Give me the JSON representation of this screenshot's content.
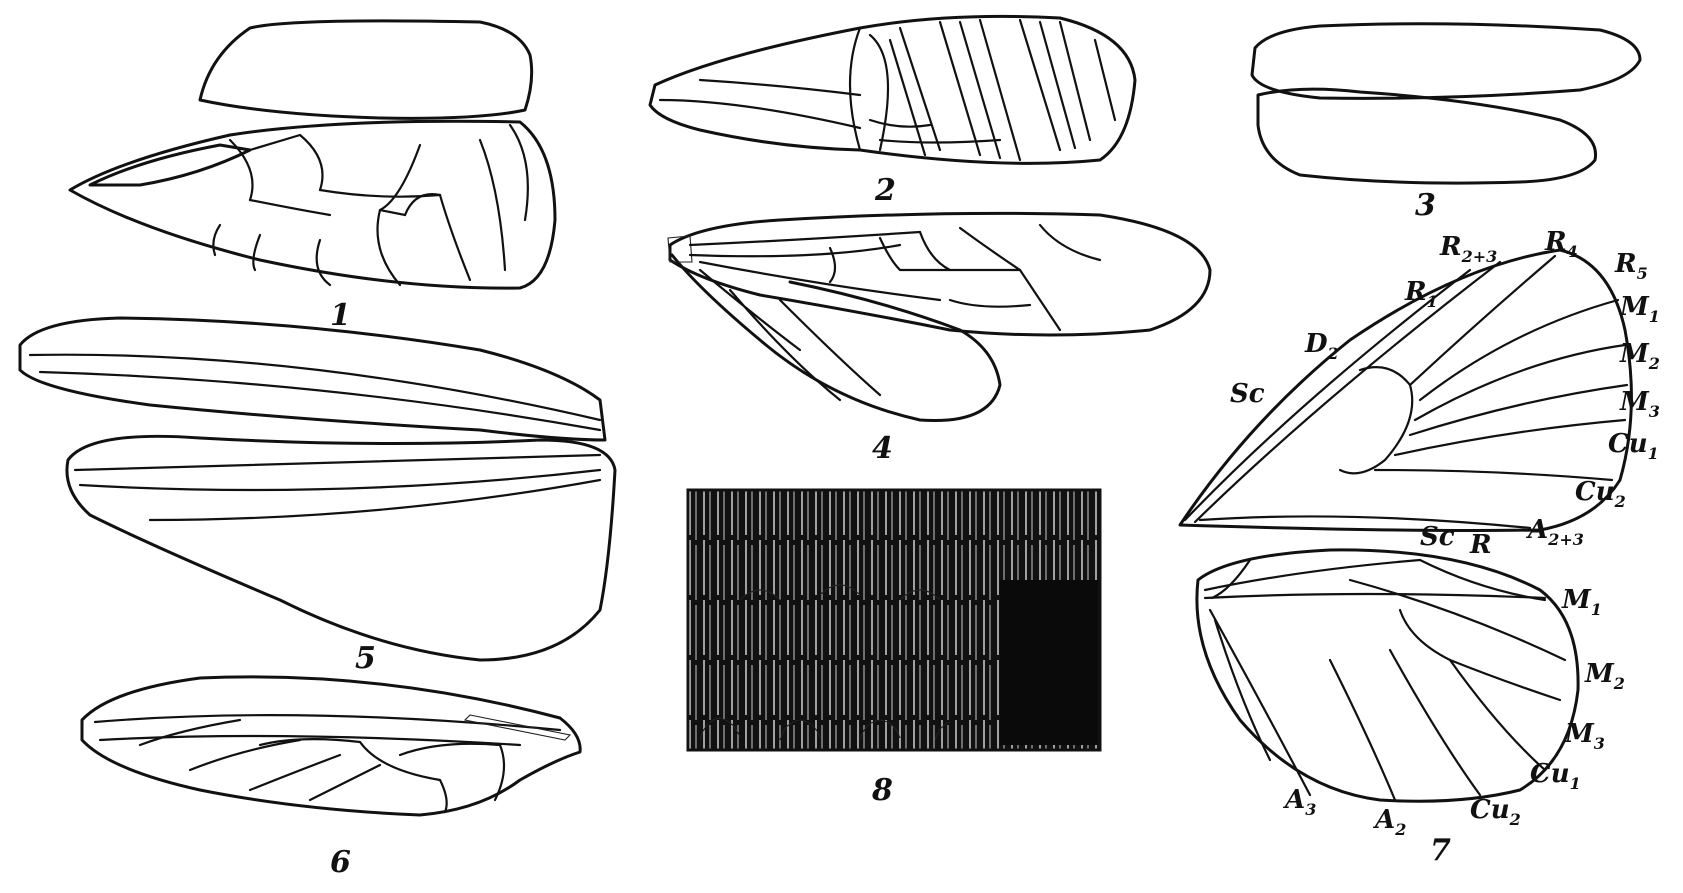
{
  "figure_numbers": {
    "fig1": "1",
    "fig2": "2",
    "fig3": "3",
    "fig4": "4",
    "fig5": "5",
    "fig6": "6",
    "fig7": "7",
    "fig8": "8"
  },
  "fig7_forewing_labels": {
    "R1": {
      "base": "R",
      "sub": "1"
    },
    "R23": {
      "base": "R",
      "sub": "2+3"
    },
    "R4": {
      "base": "R",
      "sub": "4"
    },
    "R5": {
      "base": "R",
      "sub": "5"
    },
    "M1": {
      "base": "M",
      "sub": "1"
    },
    "M2": {
      "base": "M",
      "sub": "2"
    },
    "M3": {
      "base": "M",
      "sub": "3"
    },
    "Cu1": {
      "base": "Cu",
      "sub": "1"
    },
    "Cu2": {
      "base": "Cu",
      "sub": "2"
    },
    "A23": {
      "base": "A",
      "sub": "2+3"
    },
    "D2": {
      "base": "D",
      "sub": "2"
    },
    "Sc": "Sc"
  },
  "fig7_hindwing_labels": {
    "Sc": "Sc",
    "R": "R",
    "M1": {
      "base": "M",
      "sub": "1"
    },
    "M2": {
      "base": "M",
      "sub": "2"
    },
    "M3": {
      "base": "M",
      "sub": "3"
    },
    "Cu1": {
      "base": "Cu",
      "sub": "1"
    },
    "Cu2": {
      "base": "Cu",
      "sub": "2"
    },
    "A2": {
      "base": "A",
      "sub": "2"
    },
    "A3": {
      "base": "A",
      "sub": "3"
    }
  }
}
